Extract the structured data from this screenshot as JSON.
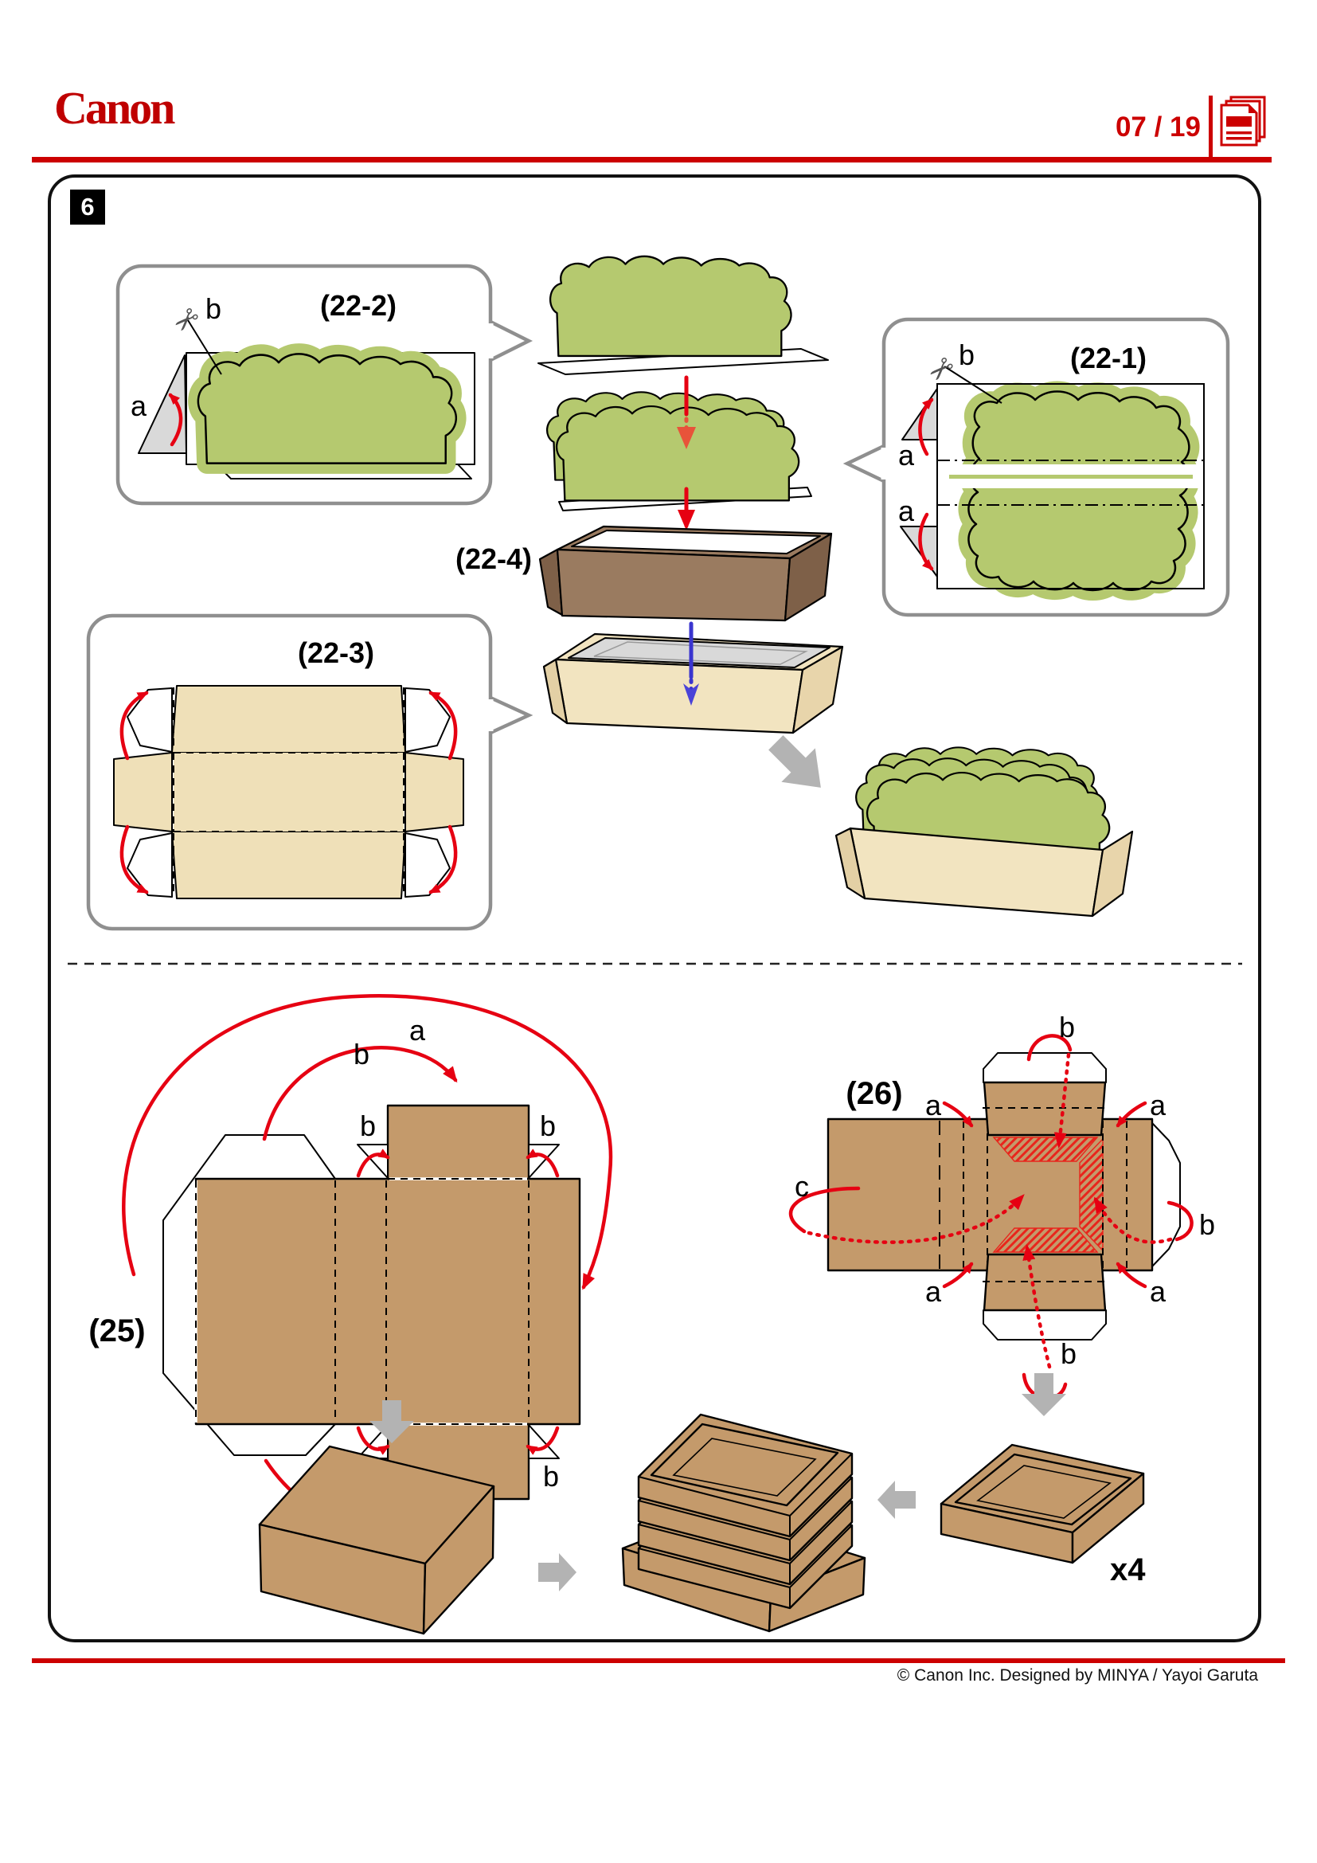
{
  "header": {
    "brand": "Canon",
    "page_indicator": "07 / 19"
  },
  "step_badge": "6",
  "parts": {
    "p22_1": "(22-1)",
    "p22_2": "(22-2)",
    "p22_3": "(22-3)",
    "p22_4": "(22-4)",
    "p25": "(25)",
    "p26": "(26)"
  },
  "fold_labels": {
    "a": "a",
    "b": "b",
    "c": "c"
  },
  "quantity_badge": "x4",
  "icons": {
    "scissors_glyph": "✂",
    "scissors_icon": "scissors",
    "pages_icon": "stacked-pages"
  },
  "footer": {
    "copyright": "© Canon Inc. Designed by MINYA / Yayoi Garuta"
  },
  "colors": {
    "canon_red": "#cc0000",
    "arrow_red": "#e60012",
    "dotted_arrow_red": "#e8533a",
    "arrow_blue": "#3a35cf",
    "leaf_green": "#b5c96f",
    "kraft_brown": "#c49a6b",
    "carton_brown": "#9a7b60",
    "cream": "#f2e4c0",
    "template_tan": "#efe0b8",
    "fold_gray": "#d9d9d9",
    "block_arrow_gray": "#b3b3b3",
    "callout_border": "#8f8f8f"
  }
}
